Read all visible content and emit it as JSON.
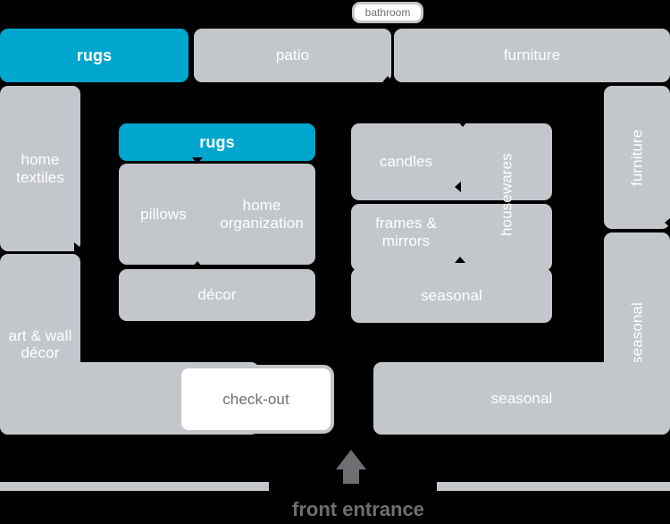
{
  "diagram": {
    "title": "store floor plan",
    "colors": {
      "background": "#000000",
      "zone_fill": "#c3c6cb",
      "highlight": "#00a6ce",
      "checkout_fill": "#ffffff",
      "label_text": "#ffffff",
      "dark_text": "#6d6f72"
    }
  },
  "callout": {
    "bathroom_label": "bathroom"
  },
  "top_row": [
    {
      "label": "rugs",
      "highlighted": true
    },
    {
      "label": "patio",
      "highlighted": false
    },
    {
      "label": "furniture",
      "highlighted": false
    }
  ],
  "left_column": [
    {
      "label": "home\ntextiles"
    },
    {
      "label": "art & wall\ndécor"
    }
  ],
  "right_column": [
    {
      "label": "furniture"
    },
    {
      "label": "seasonal"
    }
  ],
  "center_left_cluster": [
    {
      "label": "rugs",
      "highlighted": true
    },
    {
      "label": "pillows",
      "highlighted": false
    },
    {
      "label": "home\norganization",
      "highlighted": false
    },
    {
      "label": "décor",
      "highlighted": false
    }
  ],
  "center_right_cluster": [
    {
      "label": "candles"
    },
    {
      "label": "housewares"
    },
    {
      "label": "frames &\nmirrors"
    },
    {
      "label": "seasonal"
    }
  ],
  "bottom_row": [
    {
      "label": "check-out",
      "style": "white"
    },
    {
      "label": "seasonal",
      "style": "gray"
    }
  ],
  "entrance": {
    "label": "front entrance",
    "arrow": "up-arrow"
  }
}
